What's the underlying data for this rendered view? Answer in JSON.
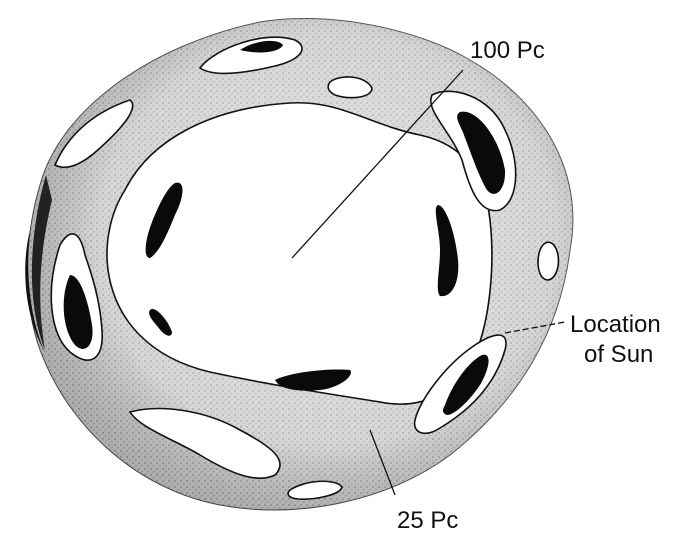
{
  "labels": {
    "outer_radius": "100 Pc",
    "inner_radius": "25 Pc",
    "sun_line1": "Location",
    "sun_line2": "of Sun"
  },
  "colors": {
    "stipple": "#9a9a9a",
    "outline": "#111111",
    "fill_dark": "#0a0a0a",
    "background": "#ffffff"
  }
}
